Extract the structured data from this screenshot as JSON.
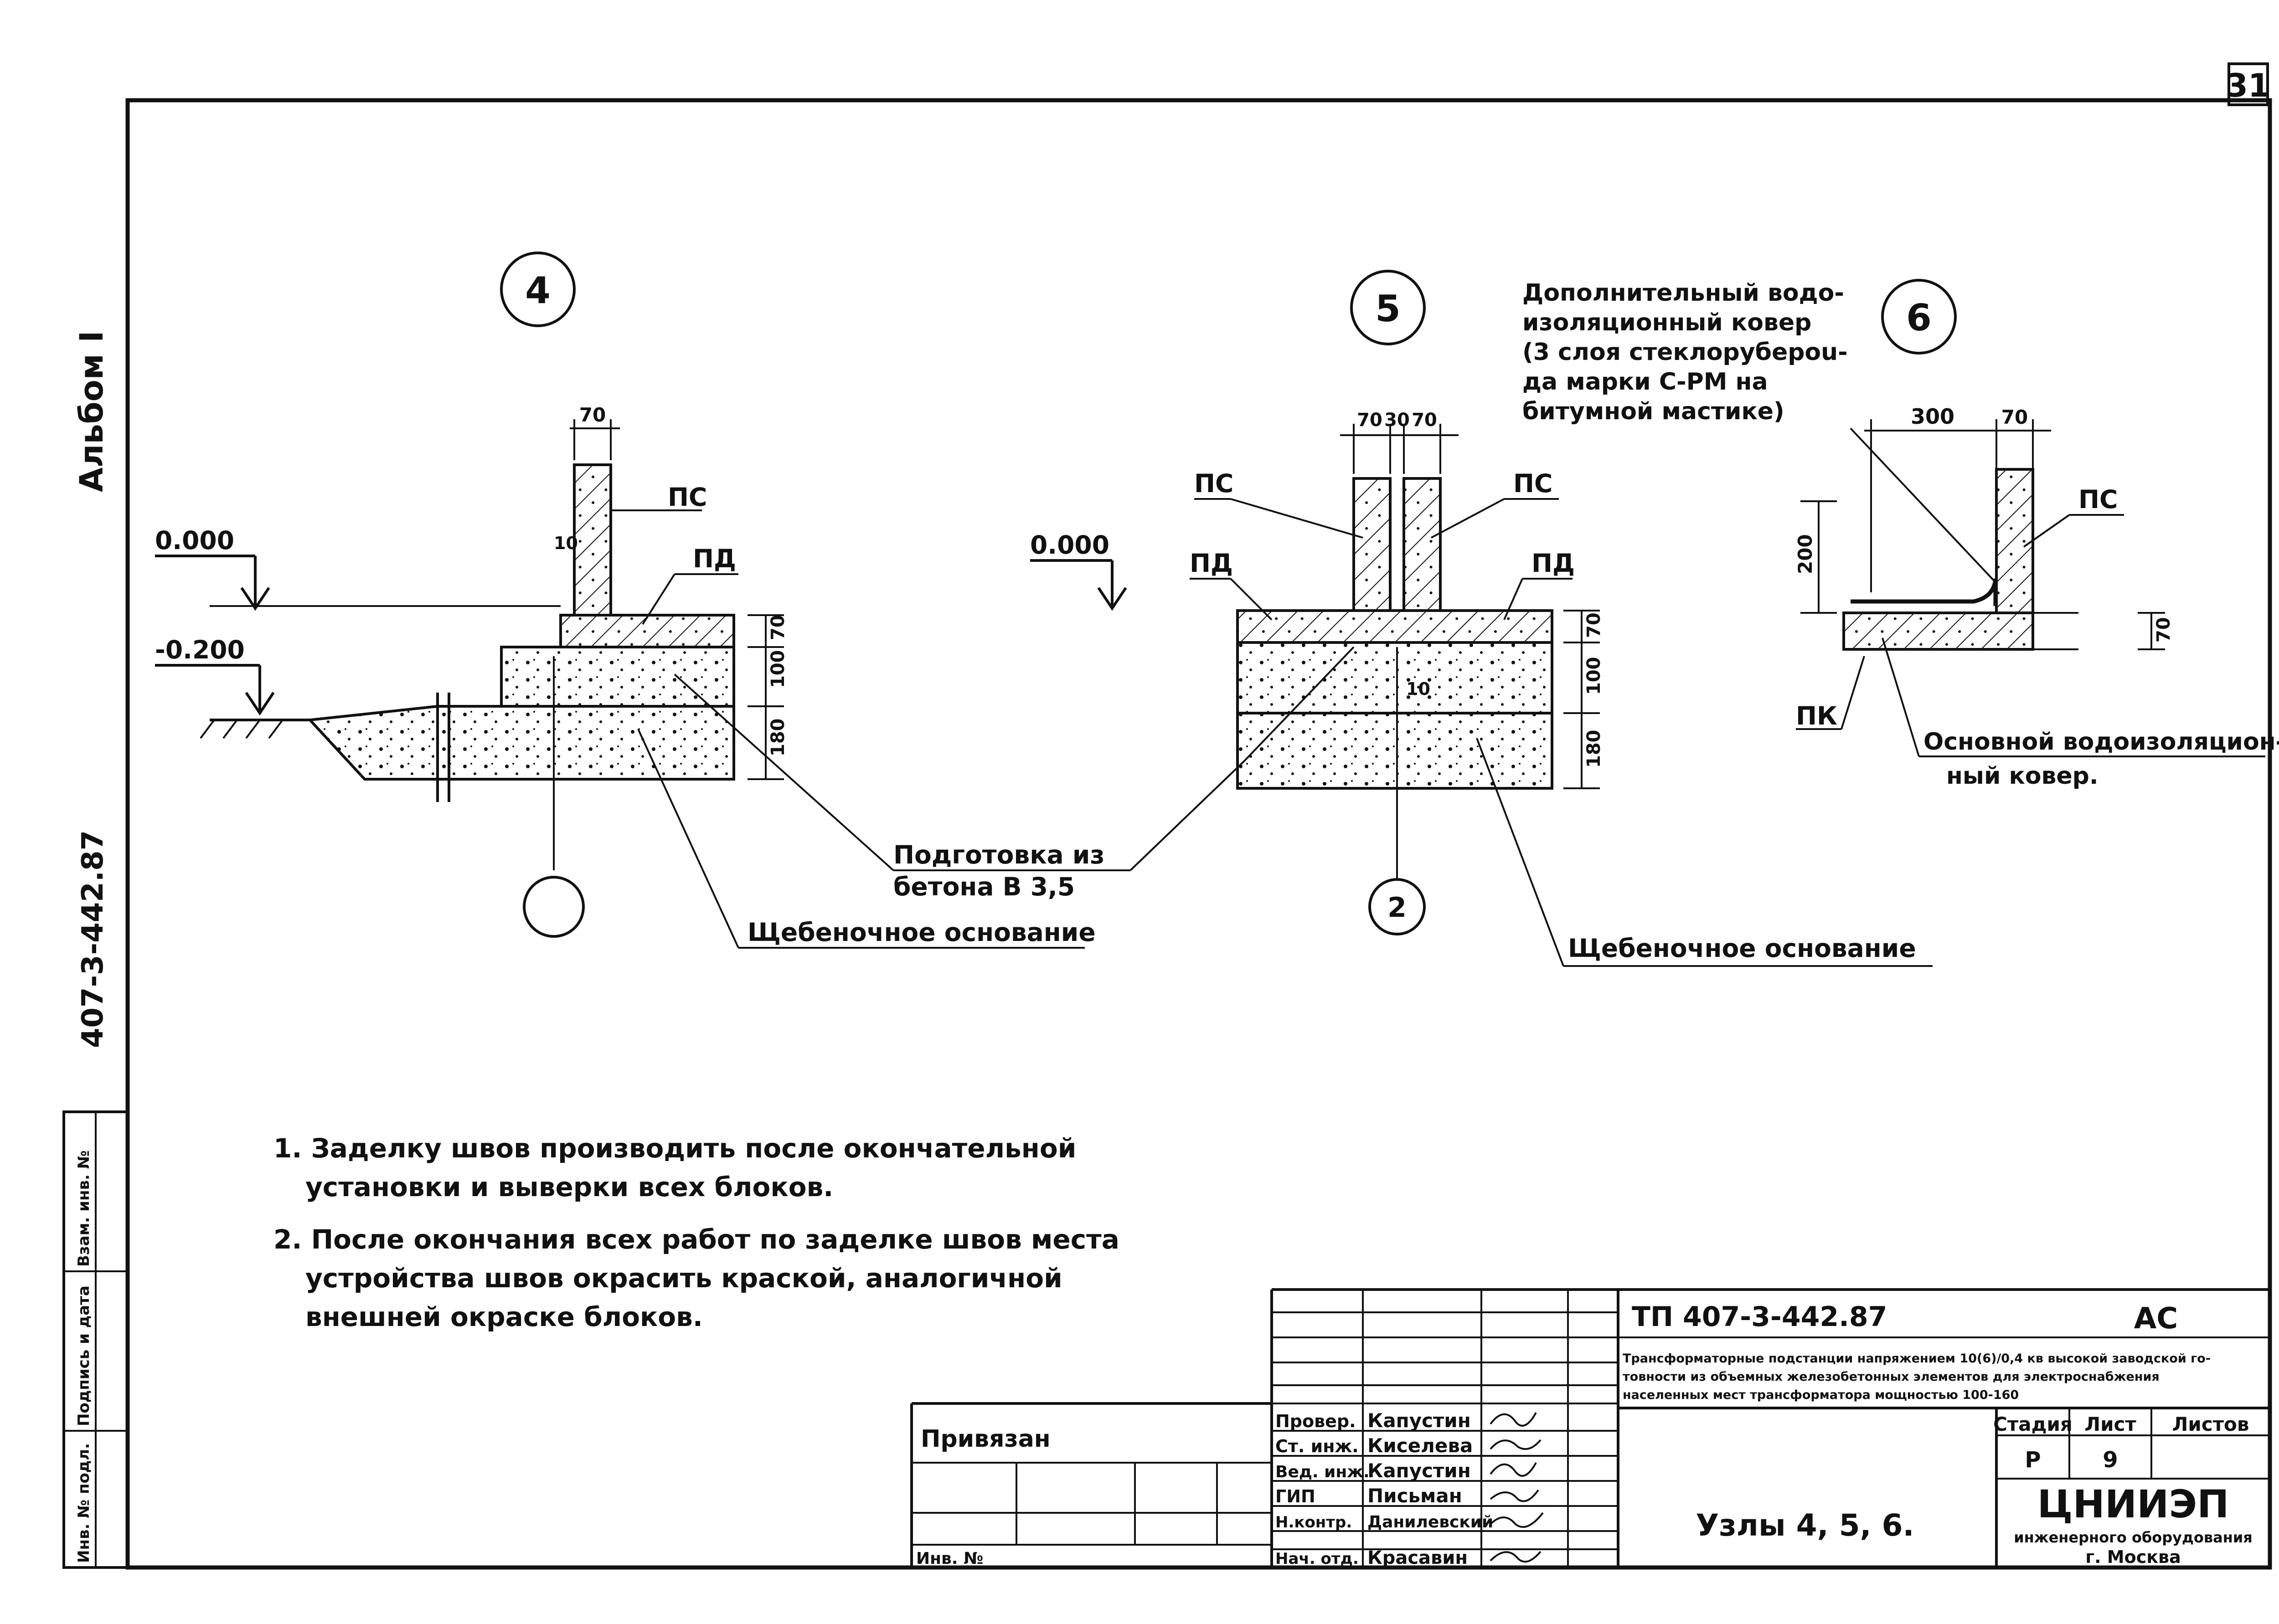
{
  "sheet": {
    "sheet_number": "31",
    "album": "Альбом I",
    "side_code": "407-3-442.87",
    "side_stamp": [
      "Инв. № подл.",
      "Подпись и дата",
      "Взам. инв. №"
    ]
  },
  "nodes": {
    "node4": {
      "marker": "4",
      "level_top": "0.000",
      "level_bottom": "-0.200",
      "dim_top": "70",
      "dim_side": "10",
      "label_ps": "ПС",
      "label_pd": "ПД",
      "dims_right": [
        "70",
        "100",
        "180"
      ],
      "ref_marker": ""
    },
    "node5": {
      "marker": "5",
      "level_top": "0.000",
      "dims_top": [
        "70",
        "30",
        "70"
      ],
      "label_ps_left": "ПС",
      "label_ps_right": "ПС",
      "label_pd_left": "ПД",
      "label_pd_right": "ПД",
      "dim_inner": "10",
      "dims_right": [
        "70",
        "100",
        "180"
      ],
      "ref_marker": "2"
    },
    "node6": {
      "marker": "6",
      "dims_top": [
        "300",
        "70"
      ],
      "dim_left": "200",
      "dim_right": "70",
      "label_ps": "ПС",
      "label_pk": "ПК"
    }
  },
  "callouts": {
    "extra_carpet": [
      "Дополнительный водо-",
      "изоляционный ковер",
      "(3 слоя стеклорубероu-",
      "да марки С-РМ на",
      "битумной мастике)"
    ],
    "concrete_prep": [
      "Подготовка из",
      "бетона В 3,5"
    ],
    "gravel_base_1": "Щебеночное основание",
    "gravel_base_2": "Щебеночное основание",
    "main_carpet": [
      "Основной водоизоляцион-",
      "ный ковер."
    ]
  },
  "notes": [
    [
      "1. Заделку швов производить после окончательной",
      "установки и выверки всех блоков."
    ],
    [
      "2. После окончания всех работ по заделке швов места",
      "устройства швов окрасить краской, аналогичной",
      "внешней окраске блоков."
    ]
  ],
  "title_block": {
    "project_code": "ТП 407-3-442.87",
    "mark": "АС",
    "description": [
      "Трансформаторные подстанции напряжением 10(6)/0,4 кв высокой заводской го-",
      "товности из объемных железобетонных элементов для электроснабжения",
      "населенных мест     трансформатора мощностью 100-160"
    ],
    "bound_label": "Привязан",
    "inv_label": "Инв. №",
    "roles": [
      {
        "role": "Провер.",
        "name": "Капустин"
      },
      {
        "role": "Ст. инж.",
        "name": "Киселева"
      },
      {
        "role": "Вед. инж.",
        "name": "Капустин"
      },
      {
        "role": "ГИП",
        "name": "Письман"
      },
      {
        "role": "Н.контр.",
        "name": "Данилевский"
      },
      {
        "role": "Нач. отд.",
        "name": "Красавин"
      }
    ],
    "sheet_title": "Узлы 4, 5, 6.",
    "stage_header": "Стадия",
    "sheet_header": "Лист",
    "sheets_header": "Листов",
    "stage": "Р",
    "sheet": "9",
    "sheets": "",
    "org": "ЦНИИЭП",
    "org_sub": "инженерного оборудования",
    "city": "г. Москва"
  }
}
